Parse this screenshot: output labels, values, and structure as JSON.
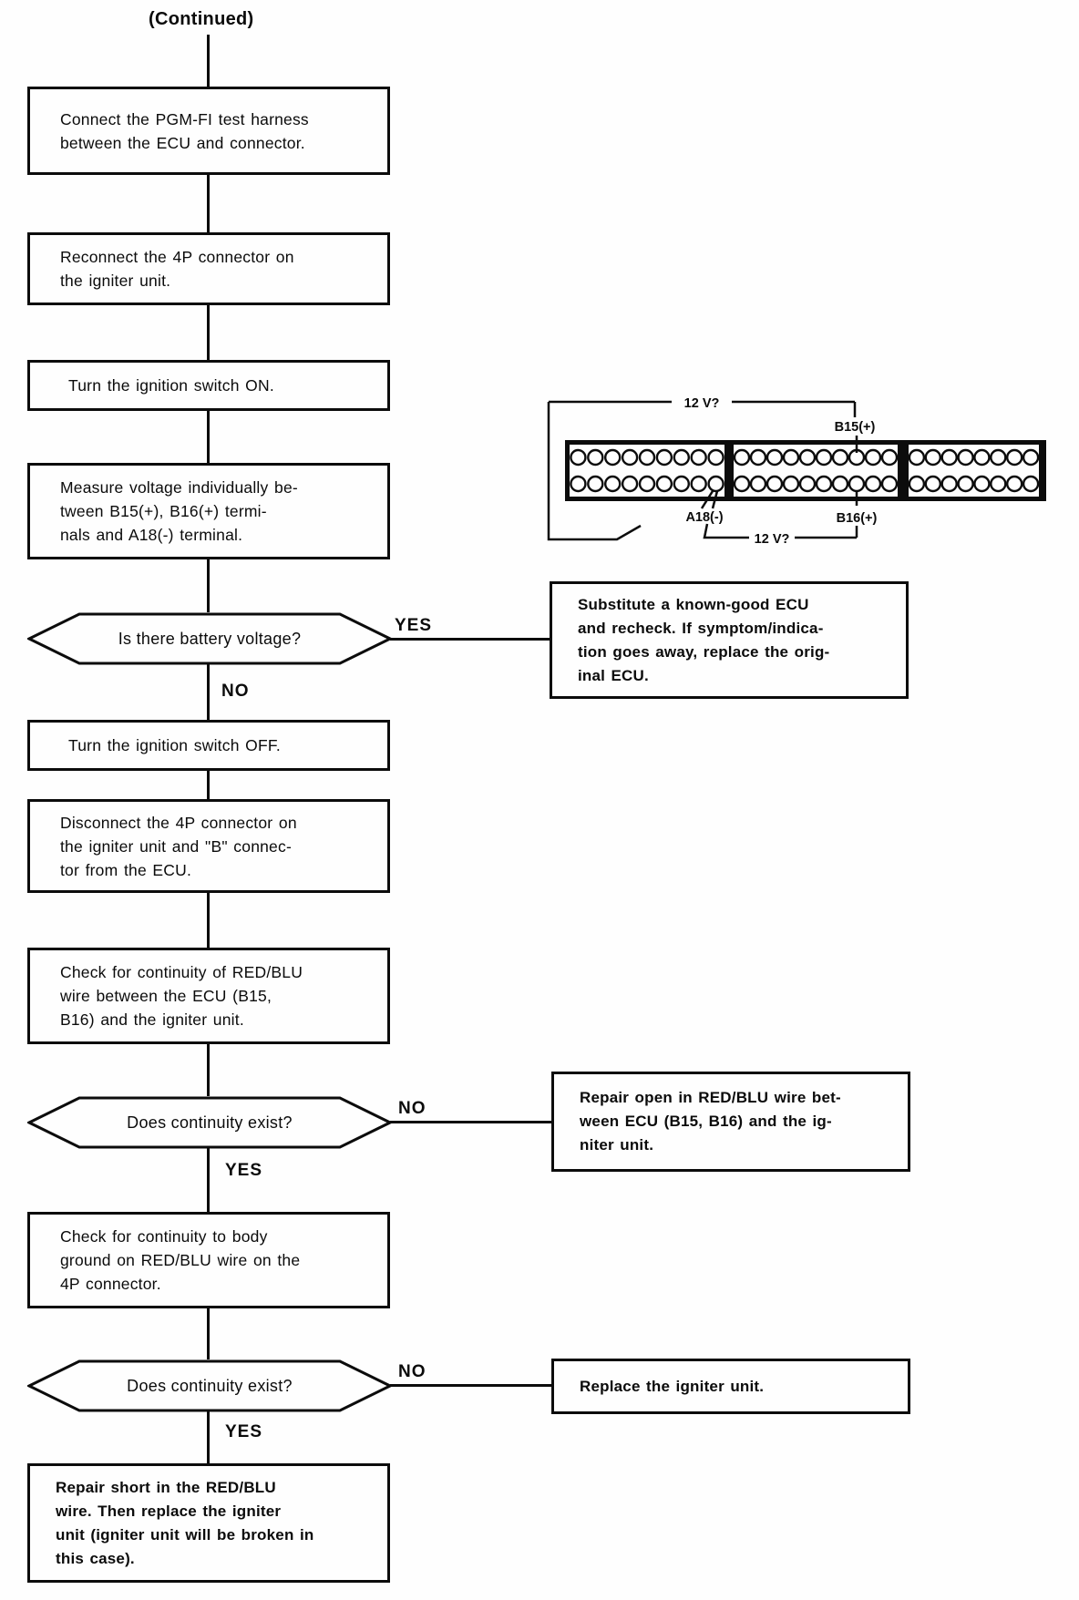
{
  "flow": {
    "continued": "(Continued)",
    "steps": {
      "s1": {
        "lines": [
          "Connect the PGM-FI test harness",
          "between the ECU and connector."
        ]
      },
      "s2": {
        "lines": [
          "Reconnect the 4P connector on",
          "the igniter unit."
        ]
      },
      "s3": {
        "lines": [
          "Turn the ignition switch ON."
        ]
      },
      "s4": {
        "lines": [
          "Measure voltage individually be-",
          "tween B15(+), B16(+) termi-",
          "nals and A18(-) terminal."
        ]
      },
      "s5": {
        "lines": [
          "Turn the ignition switch OFF."
        ]
      },
      "s6": {
        "lines": [
          "Disconnect the 4P connector on",
          "the igniter unit and \"B\" connec-",
          "tor from the ECU."
        ]
      },
      "s7": {
        "lines": [
          "Check for continuity of RED/BLU",
          "wire between the ECU (B15,",
          "B16) and the igniter unit."
        ]
      },
      "s8": {
        "lines": [
          "Check for continuity to body",
          "ground on RED/BLU wire on the",
          "4P connector."
        ]
      },
      "s9": {
        "lines": [
          "Repair short in the RED/BLU",
          "wire. Then replace the igniter",
          "unit (igniter unit will be broken in",
          "this case)."
        ]
      }
    },
    "decisions": {
      "d1": {
        "question": "Is there battery voltage?",
        "yes_label": "YES",
        "no_label": "NO"
      },
      "d2": {
        "question": "Does continuity exist?",
        "no_label": "NO",
        "yes_label": "YES"
      },
      "d3": {
        "question": "Does continuity exist?",
        "no_label": "NO",
        "yes_label": "YES"
      }
    },
    "actions": {
      "substitute_ecu": {
        "lines": [
          "Substitute a known-good ECU",
          "and recheck. If symptom/indica-",
          "tion goes away, replace the orig-",
          "inal ECU."
        ]
      },
      "repair_open": {
        "lines": [
          "Repair open in RED/BLU wire bet-",
          "ween ECU (B15, B16) and the ig-",
          "niter unit."
        ]
      },
      "replace_igniter": {
        "lines": [
          "Replace the igniter unit."
        ]
      }
    }
  },
  "connector_diagram": {
    "top_measure_label": "12 V?",
    "bottom_measure_label": "12 V?",
    "pin_labels": {
      "b15": "B15(+)",
      "a18": "A18(-)",
      "b16": "B16(+)"
    },
    "sections": [
      {
        "pins_per_row": 9,
        "rows": 2
      },
      {
        "pins_per_row": 10,
        "rows": 2
      },
      {
        "pins_per_row": 8,
        "rows": 2
      }
    ]
  }
}
